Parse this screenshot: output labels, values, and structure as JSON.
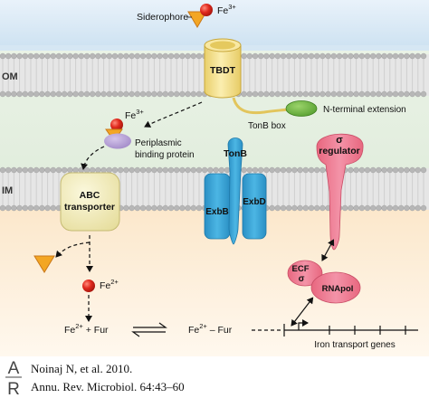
{
  "membranes": {
    "outer": "OM",
    "inner": "IM"
  },
  "labels": {
    "siderophore": "Siderophore",
    "fe3_top": "Fe",
    "fe3_top_sup": "3+",
    "tbdt": "TBDT",
    "tonb_box": "TonB box",
    "n_terminal_extension": "N-terminal extension",
    "fe3_periplasm": "Fe",
    "fe3_periplasm_sup": "3+",
    "periplasmic_line1": "Periplasmic",
    "periplasmic_line2": "binding protein",
    "tonb": "TonB",
    "exbb": "ExbB",
    "exbd": "ExbD",
    "sigma": "σ",
    "regulator": "regulator",
    "abc_line1": "ABC",
    "abc_line2": "transporter",
    "fe2": "Fe",
    "fe2_sup": "2+",
    "ecf": "ECF",
    "ecf_sigma": "σ",
    "rnapol": "RNApol",
    "fur_left_fe": "Fe",
    "fur_left_sup": "2+",
    "fur_left_rest": " + Fur",
    "fur_right_fe": "Fe",
    "fur_right_sup": "2+",
    "fur_right_rest": " – Fur",
    "genes": "Iron transport genes"
  },
  "citation": {
    "logo": "AR",
    "line1": "Noinaj N, et al. 2010.",
    "line2": "Annu. Rev. Microbiol. 64:43–60"
  },
  "colors": {
    "extracellular": "#d5e6f3",
    "periplasm": "#e5efe2",
    "cytoplasm": "#fbe8cd",
    "lipid_head": "#b4b4b4",
    "tbdt": "#f4e08e",
    "iron": "#d9291c",
    "siderophore": "#f3a624",
    "pbp": "#b9a3d6",
    "abc": "#f2eebf",
    "exb": "#3aa7da",
    "sigma": "#ef7f97",
    "tonb_box": "#6cb33f"
  }
}
